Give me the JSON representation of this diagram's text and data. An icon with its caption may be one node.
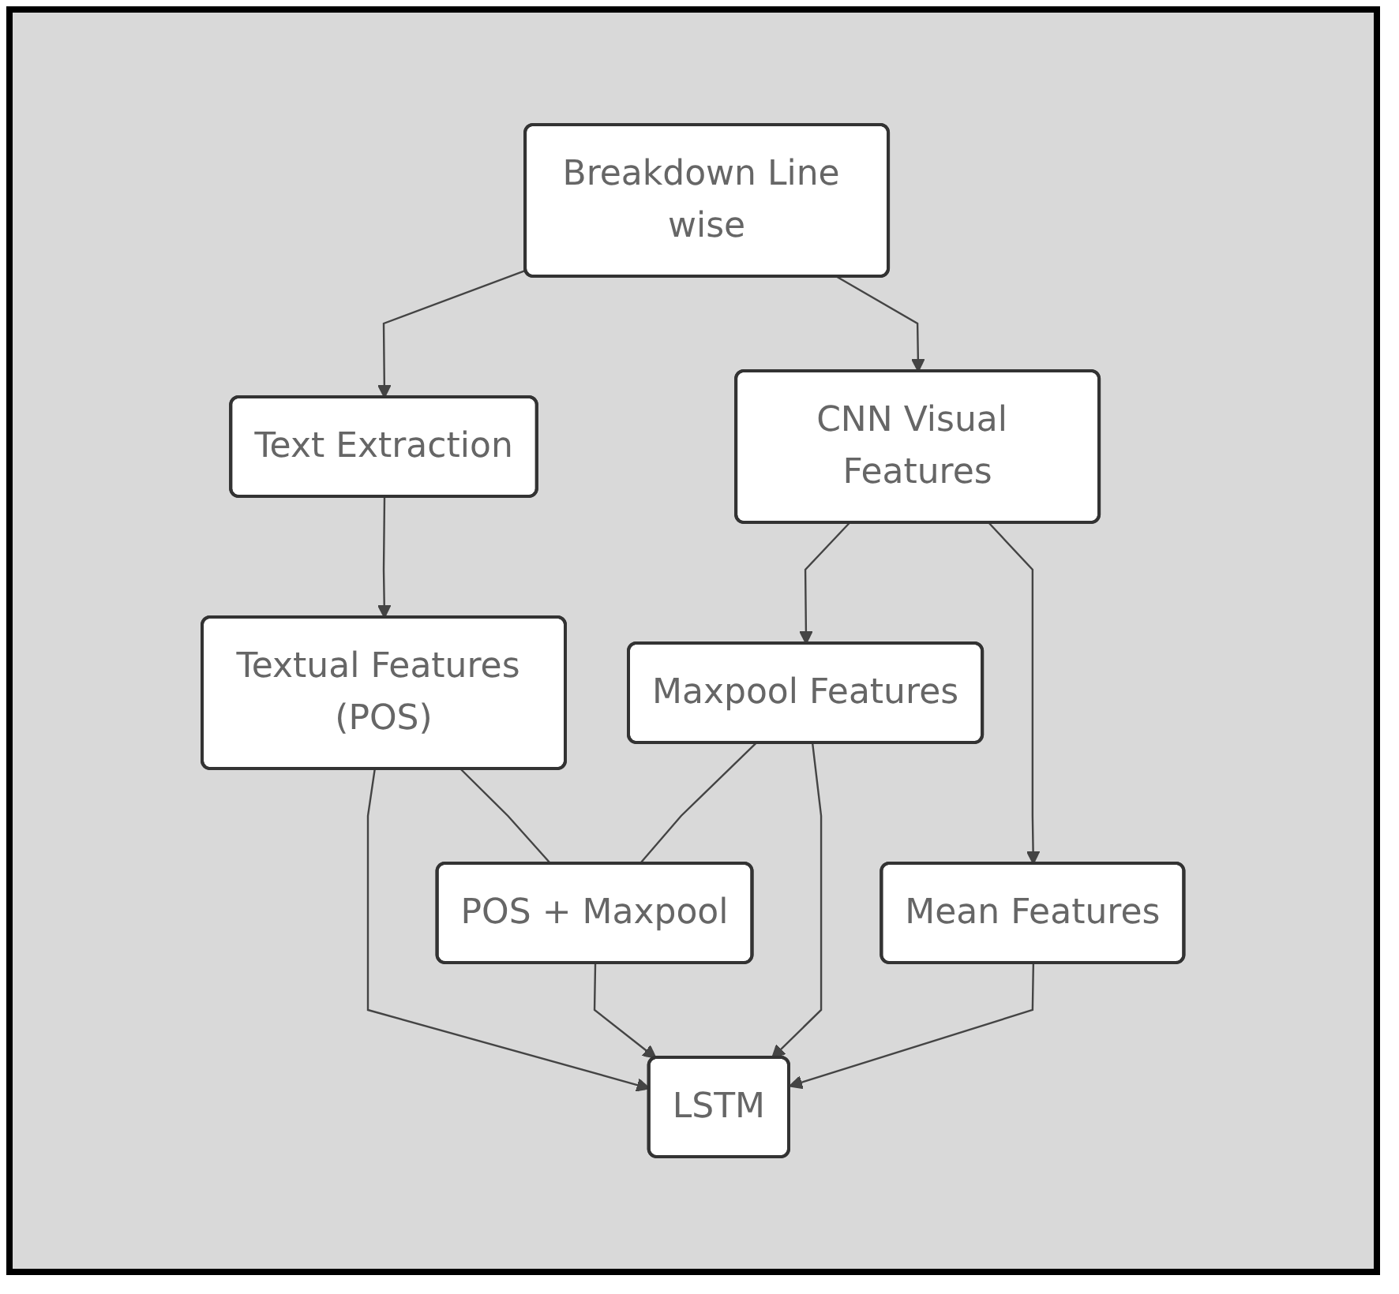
{
  "diagram": {
    "nodes": [
      {
        "text": [
          "Breakdown Line wise"
        ]
      },
      {
        "text": [
          "Text Extraction"
        ]
      },
      {
        "text": [
          "CNN Visual Features"
        ]
      },
      {
        "text": [
          "Textual Features (POS)"
        ]
      },
      {
        "text": [
          "Maxpool Features"
        ]
      },
      {
        "text": [
          "Mean Features"
        ]
      },
      {
        "text": [
          "POS + Maxpool"
        ]
      },
      {
        "text": [
          "LSTM"
        ]
      }
    ],
    "edges": [
      {
        "from": 0,
        "to": 1,
        "arrow": "to"
      },
      {
        "from": 0,
        "to": 2,
        "arrow": "to"
      },
      {
        "from": 1,
        "to": 3,
        "arrow": "to"
      },
      {
        "from": 2,
        "to": 4,
        "arrow": "to"
      },
      {
        "from": 2,
        "to": 5,
        "arrow": "to"
      },
      {
        "from": 3,
        "to": 6,
        "arrow": "none"
      },
      {
        "from": 4,
        "to": 6,
        "arrow": "none"
      },
      {
        "from": 3,
        "to": 7,
        "arrow": "to"
      },
      {
        "from": 6,
        "to": 7,
        "arrow": "to"
      },
      {
        "from": 4,
        "to": 7,
        "arrow": "to"
      },
      {
        "from": 5,
        "to": 7,
        "arrow": "to"
      }
    ]
  }
}
